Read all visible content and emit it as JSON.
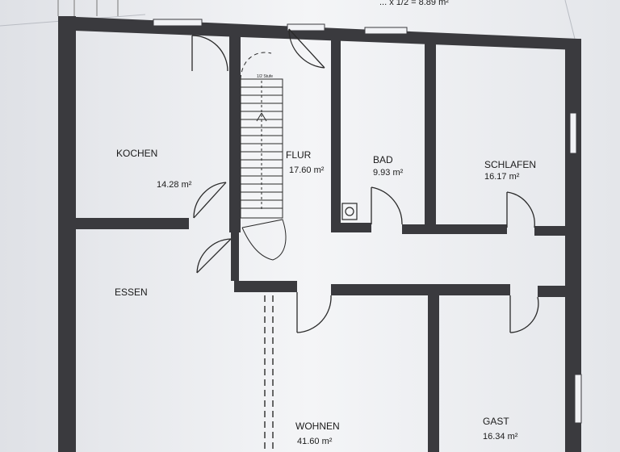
{
  "header_fragment": "... x 1/2 = 8.89 m²",
  "stair_note": "1/2 Stufe",
  "rooms": {
    "kochen": {
      "name": "KOCHEN",
      "area": "14.28 m²"
    },
    "flur": {
      "name": "FLUR",
      "area": "17.60 m²"
    },
    "bad": {
      "name": "BAD",
      "area": "9.93 m²"
    },
    "schlafen": {
      "name": "SCHLAFEN",
      "area": "16.17 m²"
    },
    "essen": {
      "name": "ESSEN"
    },
    "wohnen": {
      "name": "WOHNEN",
      "area": "41.60 m²"
    },
    "gast": {
      "name": "GAST",
      "area": "16.34 m²"
    }
  },
  "colors": {
    "paper": "#f1f2f5",
    "wall": "#3a3a3e",
    "line": "#2a2a2a"
  }
}
